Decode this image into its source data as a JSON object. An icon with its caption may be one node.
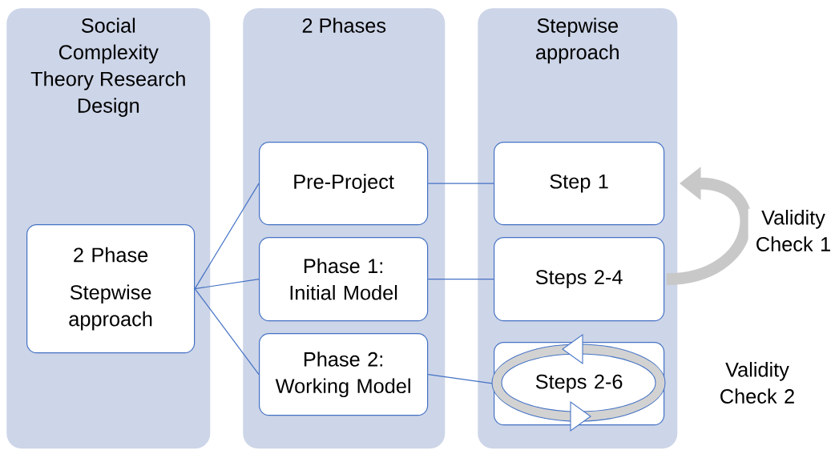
{
  "diagram": {
    "nodes": [
      {
        "text": [
          "Social Complexity Theory Research Design"
        ]
      },
      {
        "text": [
          "2 Phases"
        ]
      },
      {
        "text": [
          "Stepwise approach"
        ]
      },
      {
        "text": [
          "2 Phase",
          "Stepwise approach"
        ],
        "in": 0
      },
      {
        "text": [
          "Pre-Project"
        ],
        "in": 1
      },
      {
        "text": [
          "Phase 1: Initial Model"
        ],
        "in": 1
      },
      {
        "text": [
          "Phase 2: Working Model"
        ],
        "in": 1
      },
      {
        "text": [
          "Step 1"
        ],
        "in": 2
      },
      {
        "text": [
          "Steps 2-4"
        ],
        "in": 2
      },
      {
        "text": [
          "Steps 2-6"
        ],
        "in": 2
      }
    ],
    "edges": [
      {
        "from": 3,
        "to": 4,
        "arrow": "none"
      },
      {
        "from": 3,
        "to": 5,
        "arrow": "none"
      },
      {
        "from": 3,
        "to": 6,
        "arrow": "none"
      },
      {
        "from": 4,
        "to": 7,
        "arrow": "none"
      },
      {
        "from": 5,
        "to": 8,
        "arrow": "none"
      },
      {
        "from": 6,
        "to": 9,
        "arrow": "none"
      },
      {
        "from": 8,
        "to": 7,
        "arrow": "to",
        "label": "Validity Check 1",
        "style": "thick",
        "color": "#c8c8c8"
      }
    ],
    "labels": [
      "Validity Check 2"
    ]
  }
}
